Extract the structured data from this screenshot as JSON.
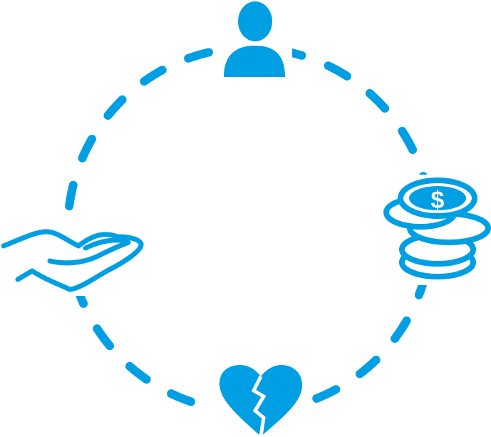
{
  "diagram": {
    "type": "cycle",
    "accent_color": "#009FE3",
    "background_color": "#FFFFFF",
    "connector": "dashed-circle",
    "nodes": [
      {
        "icon": "person-icon",
        "position": "top"
      },
      {
        "icon": "coins-dollar-icon",
        "position": "right"
      },
      {
        "icon": "broken-heart-icon",
        "position": "bottom"
      },
      {
        "icon": "open-hand-icon",
        "position": "left"
      }
    ]
  }
}
